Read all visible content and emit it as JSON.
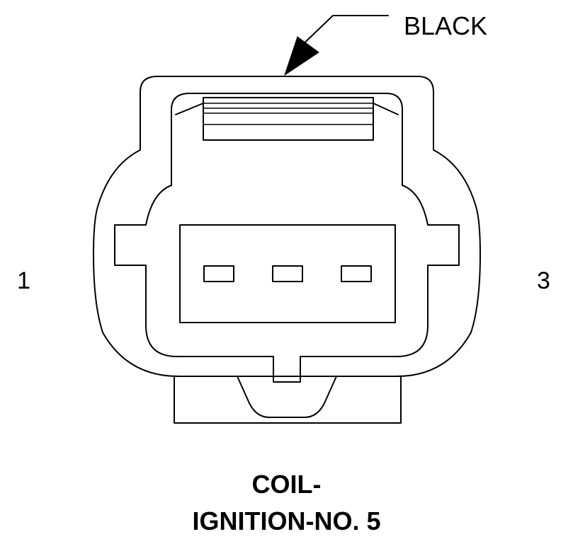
{
  "connector": {
    "wire_color_label": "BLACK",
    "pin_first": "1",
    "pin_last": "3",
    "title_line1": "COIL-",
    "title_line2": "IGNITION-NO. 5",
    "terminal_count": 3
  }
}
